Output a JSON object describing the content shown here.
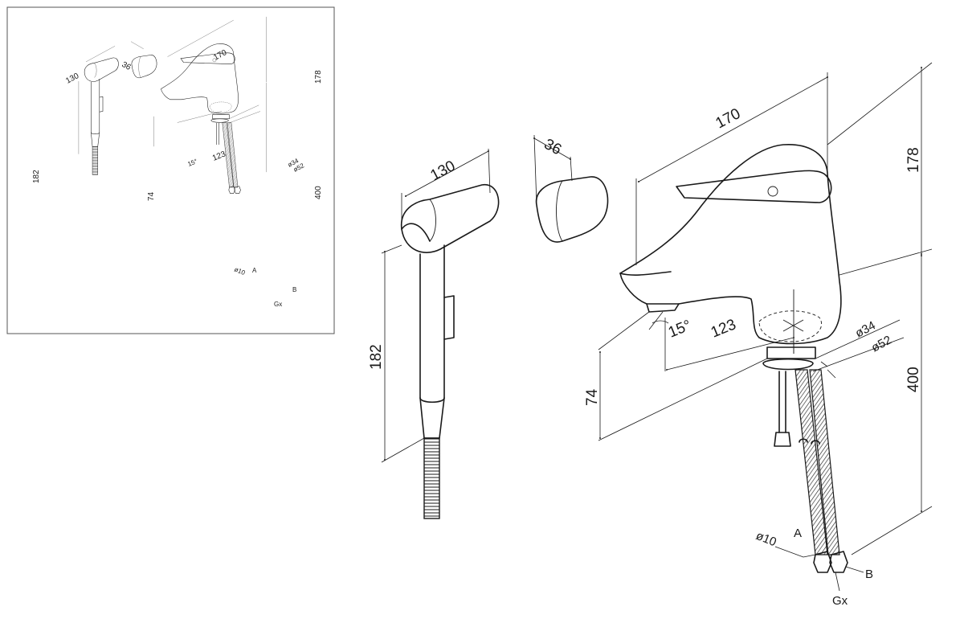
{
  "dimensions": {
    "w170": "170",
    "h178": "178",
    "w130": "130",
    "w36": "36",
    "h182": "182",
    "d123": "123",
    "ang15": "15°",
    "dia34": "ø34",
    "dia52": "ø52",
    "h74": "74",
    "h400": "400",
    "dia10": "ø10",
    "portA": "A",
    "portB": "B",
    "thread": "Gx"
  }
}
